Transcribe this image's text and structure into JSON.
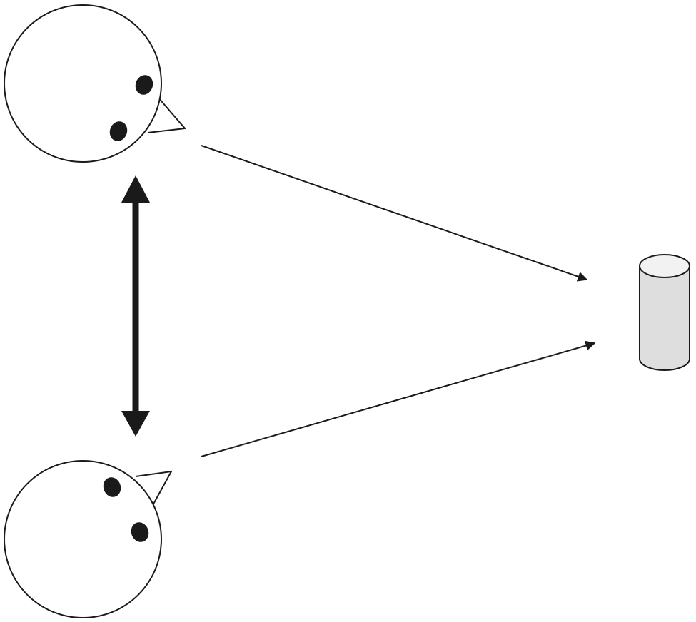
{
  "diagram": {
    "type": "joint-attention",
    "colors": {
      "background": "#ffffff",
      "stroke": "#1a1a1a",
      "eye": "#1a1a1a",
      "object_fill": "#dedede",
      "object_top": "#f2f2f2"
    },
    "nodes": [
      {
        "id": "agent-top",
        "kind": "head-with-eyes-and-nose"
      },
      {
        "id": "agent-bottom",
        "kind": "head-with-eyes-and-nose"
      },
      {
        "id": "object",
        "kind": "cylinder"
      }
    ],
    "edges": [
      {
        "from": "agent-top",
        "to": "object",
        "style": "thin-arrow"
      },
      {
        "from": "agent-bottom",
        "to": "object",
        "style": "thin-arrow"
      },
      {
        "from": "agent-top",
        "to": "agent-bottom",
        "style": "thick-double-arrow"
      }
    ]
  }
}
